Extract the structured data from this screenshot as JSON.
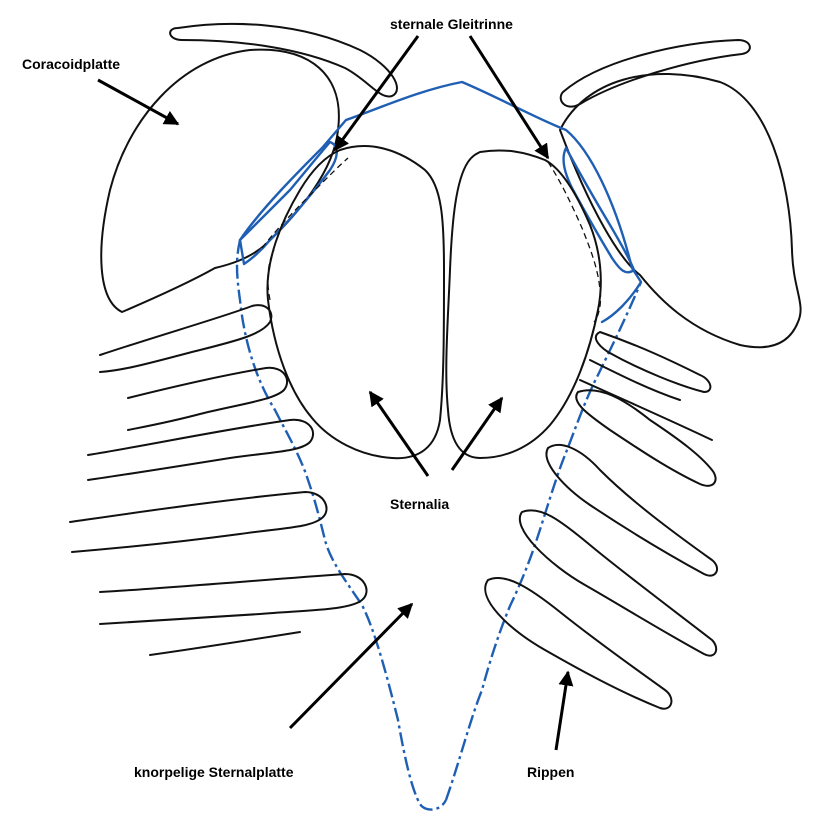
{
  "labels": {
    "coracoid": "Coracoidplatte",
    "groove": "sternale Gleitrinne",
    "sternalia": "Sternalia",
    "cartilage": "knorpelige Sternalplatte",
    "ribs": "Rippen"
  },
  "colors": {
    "outline": "#111111",
    "cartilage_outline": "#1f5fb3",
    "arrows": "#000000"
  }
}
